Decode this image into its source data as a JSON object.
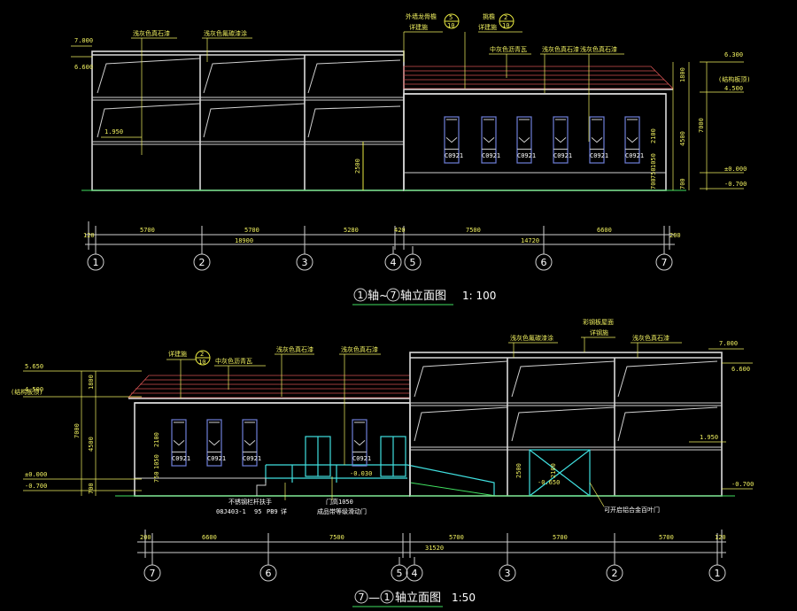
{
  "drawing_top": {
    "title_axis_a": "1",
    "title_text": "轴~",
    "title_axis_b": "7",
    "title_suffix": "轴立面图",
    "scale": "1: 100",
    "notes": [
      "浅灰色真石漆",
      "浅灰色氟碳漆涂",
      "外墙龙骨檐",
      "详建施",
      "5",
      "10",
      "挑檐",
      "2",
      "10",
      "详建施",
      "中灰色沥青瓦",
      "浅灰色真石漆",
      "浅灰色真石漆"
    ],
    "elevations_left": [
      "7.000",
      "6.600",
      "1.950"
    ],
    "elevations_right": [
      "6.300",
      "(结构板顶)",
      "4.500",
      "±0.000",
      "-0.700"
    ],
    "vertical_dims": [
      "1800",
      "4500",
      "7000",
      "2100",
      "1050",
      "750",
      "700",
      "700",
      "2500"
    ],
    "window_labels": [
      "C0921",
      "C0921",
      "C0921",
      "C0921",
      "C0921",
      "C0921"
    ],
    "dims_segments": [
      "120",
      "5700",
      "5700",
      "5280",
      "420",
      "7500",
      "6600",
      "200"
    ],
    "dims_totals": [
      "18900",
      "14720"
    ],
    "axis_labels": [
      "1",
      "2",
      "3",
      "4",
      "5",
      "6",
      "7"
    ]
  },
  "drawing_bottom": {
    "title_axis_a": "7",
    "title_text": "—",
    "title_axis_b": "1",
    "title_suffix": "轴立面图",
    "scale": "1:50",
    "notes": [
      "详建施",
      "2",
      "10",
      "中灰色沥青瓦",
      "浅灰色真石漆",
      "浅灰色真石漆",
      "彩钢板屋面",
      "详钢施",
      "浅灰色氟碳漆涂",
      "浅灰色真石漆"
    ],
    "elevations_left": [
      "5.650",
      "(结构板顶)",
      "4.500",
      "±0.000",
      "-0.700"
    ],
    "elevations_right": [
      "7.000",
      "6.600",
      "1.950",
      "-0.700"
    ],
    "vertical_dims": [
      "1800",
      "4500",
      "7000",
      "2100",
      "1050",
      "750",
      "700",
      "2500",
      "2100"
    ],
    "window_labels": [
      "C0921",
      "C0921",
      "C0921",
      "C0921"
    ],
    "callouts": [
      "-0.030",
      "-0.650",
      "不锈钢栏杆扶手",
      "08J403-1",
      "95",
      "PB9",
      "详",
      "门高1050",
      "成品带等级滑动门",
      "可开启铝合金百叶门"
    ],
    "dims_segments": [
      "200",
      "6600",
      "7500",
      "5700",
      "5700",
      "5700",
      "120"
    ],
    "dims_totals": [
      "31520"
    ],
    "axis_labels": [
      "7",
      "6",
      "5",
      "4",
      "3",
      "2",
      "1"
    ]
  },
  "colors": {
    "background": "#000000",
    "wall": "#d9d9d9",
    "text_yellow": "#f0f060",
    "green": "#40e060",
    "cyan": "#40e0e0",
    "roof_red": "#d05050",
    "window_blue": "#6f7fd8"
  }
}
